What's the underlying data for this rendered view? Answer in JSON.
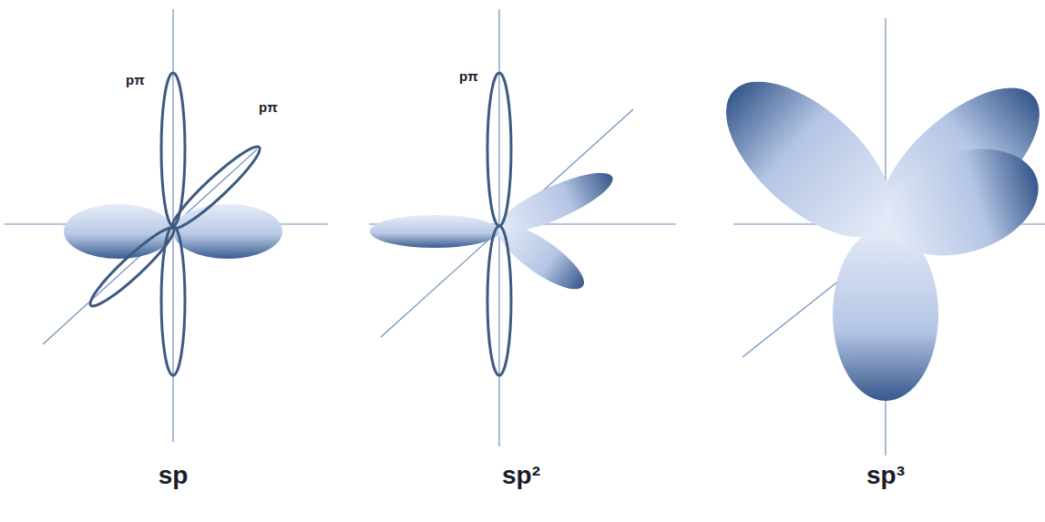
{
  "diagram": {
    "labels": [
      "pπ",
      "pπ",
      "sp",
      "pπ",
      "sp²",
      "sp³"
    ]
  }
}
